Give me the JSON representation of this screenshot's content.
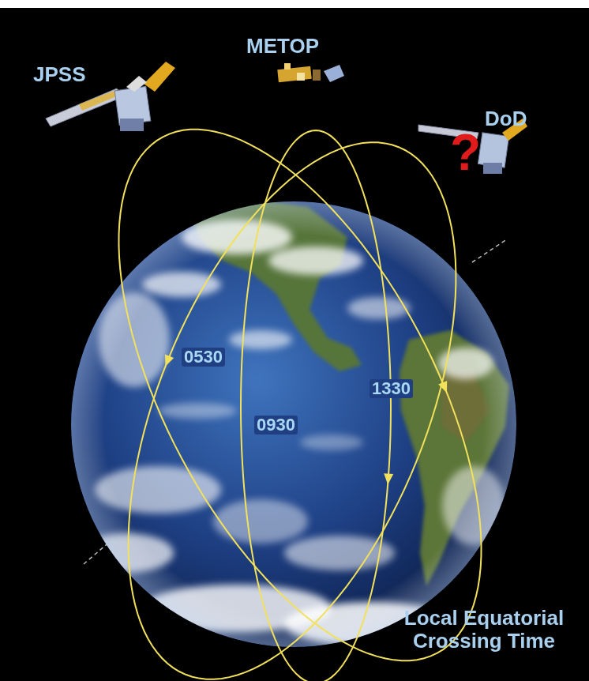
{
  "diagram": {
    "labels": [
      "JPSS",
      "METOP",
      "DoD",
      "?",
      "0530",
      "0930",
      "1330",
      "Local Equatorial Crossing Time"
    ]
  }
}
